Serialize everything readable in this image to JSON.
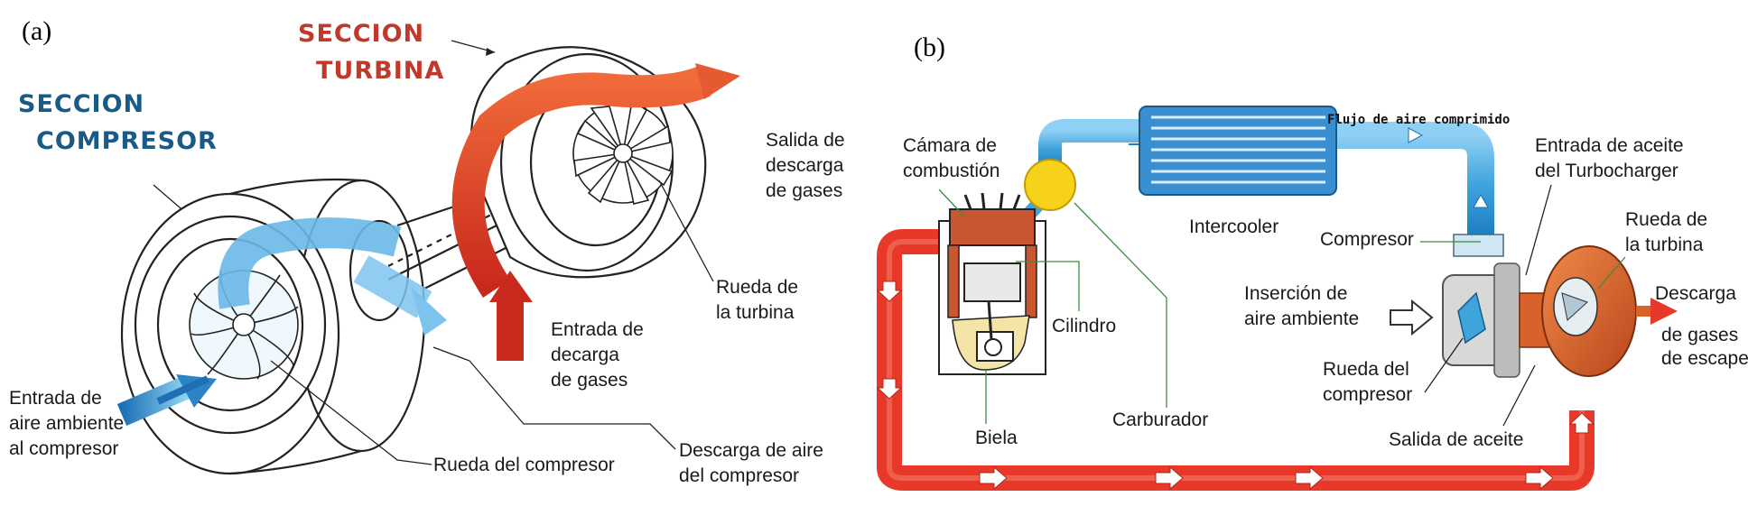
{
  "panel_a": {
    "tag": "(a)",
    "section_compressor": [
      "SECCION",
      "COMPRESOR"
    ],
    "section_turbine": [
      "SECCION",
      "TURBINA"
    ],
    "labels": {
      "gas_outlet": [
        "Salida de",
        "descarga",
        "de gases"
      ],
      "turbine_wheel": [
        "Rueda de",
        "la turbina"
      ],
      "gas_inlet": [
        "Entrada de",
        "decarga",
        "de gases"
      ],
      "air_inlet": [
        "Entrada de",
        "aire ambiente",
        "al compresor"
      ],
      "compressor_wheel": "Rueda del compresor",
      "compressor_discharge": [
        "Descarga de aire",
        "del compresor"
      ]
    }
  },
  "panel_b": {
    "tag": "(b)",
    "labels": {
      "combustion_chamber": [
        "Cámara de",
        "combustión"
      ],
      "compressed_air_flow": "Flujo de aire comprimido",
      "intercooler": "Intercooler",
      "oil_inlet": [
        "Entrada de aceite",
        "del Turbocharger"
      ],
      "compressor": "Compresor",
      "turbine_wheel": [
        "Rueda de",
        "la turbina"
      ],
      "ambient_air_insertion": [
        "Inserción de",
        "aire ambiente"
      ],
      "cylinder": "Cilindro",
      "exhaust_discharge": [
        "Descarga",
        "de gases",
        "de escape"
      ],
      "compressor_wheel": [
        "Rueda del",
        "compresor"
      ],
      "connecting_rod": "Biela",
      "carburetor": "Carburador",
      "oil_outlet": "Salida de aceite"
    }
  },
  "colors": {
    "air_blue": "#3fa3dc",
    "exhaust_red": "#e8382a",
    "turbine_orange": "#d9622b",
    "carburetor_yellow": "#f6d21c",
    "leader_green": "#3c8c3c"
  }
}
